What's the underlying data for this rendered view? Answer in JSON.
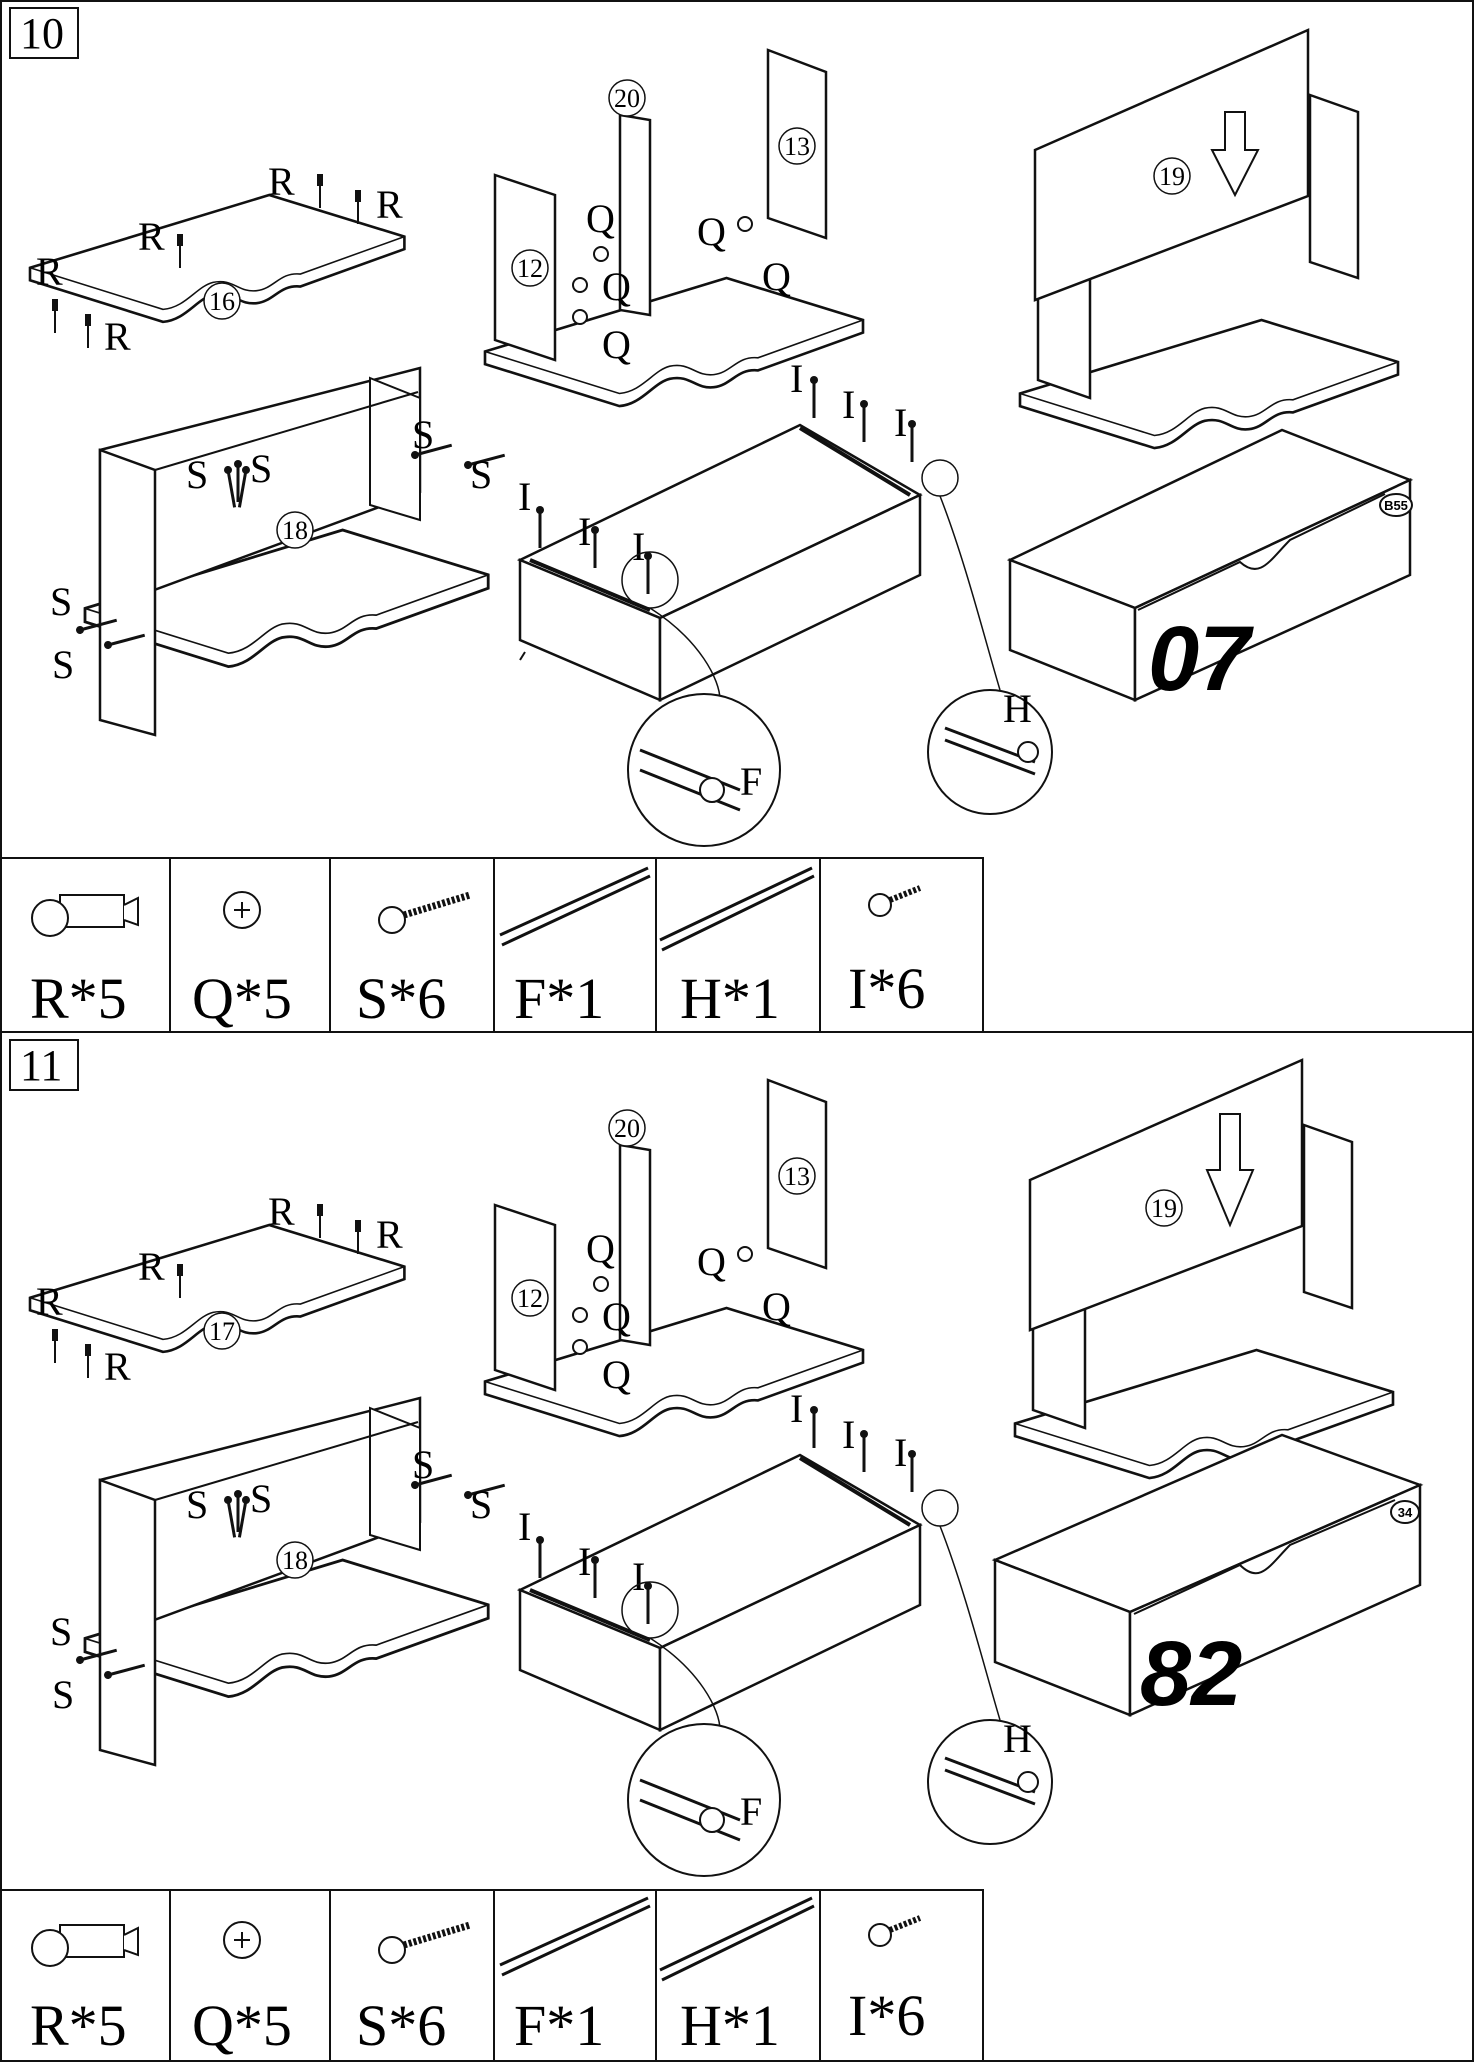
{
  "steps": [
    {
      "number": "10",
      "part_top_left": "16",
      "part_bottom_left": "18",
      "part_side_left": "12",
      "part_middle": "20",
      "part_side_right": "13",
      "part_back": "19",
      "drawer_number": "07",
      "drawer_badge": "B55",
      "fittings": {
        "R": "R",
        "Q": "Q",
        "S": "S",
        "I": "I",
        "F": "F",
        "H": "H"
      },
      "hardware": [
        {
          "label": "R*5",
          "icon": "cam-dowel-icon"
        },
        {
          "label": "Q*5",
          "icon": "cam-lock-icon"
        },
        {
          "label": "S*6",
          "icon": "long-screw-icon"
        },
        {
          "label": "F*1",
          "icon": "drawer-rail-left-icon"
        },
        {
          "label": "H*1",
          "icon": "drawer-rail-right-icon"
        },
        {
          "label": "I*6",
          "icon": "short-screw-icon"
        }
      ]
    },
    {
      "number": "11",
      "part_top_left": "17",
      "part_bottom_left": "18",
      "part_side_left": "12",
      "part_middle": "20",
      "part_side_right": "13",
      "part_back": "19",
      "drawer_number": "82",
      "drawer_badge": "34",
      "fittings": {
        "R": "R",
        "Q": "Q",
        "S": "S",
        "I": "I",
        "F": "F",
        "H": "H"
      },
      "hardware": [
        {
          "label": "R*5",
          "icon": "cam-dowel-icon"
        },
        {
          "label": "Q*5",
          "icon": "cam-lock-icon"
        },
        {
          "label": "S*6",
          "icon": "long-screw-icon"
        },
        {
          "label": "F*1",
          "icon": "drawer-rail-left-icon"
        },
        {
          "label": "H*1",
          "icon": "drawer-rail-right-icon"
        },
        {
          "label": "I*6",
          "icon": "short-screw-icon"
        }
      ]
    }
  ]
}
